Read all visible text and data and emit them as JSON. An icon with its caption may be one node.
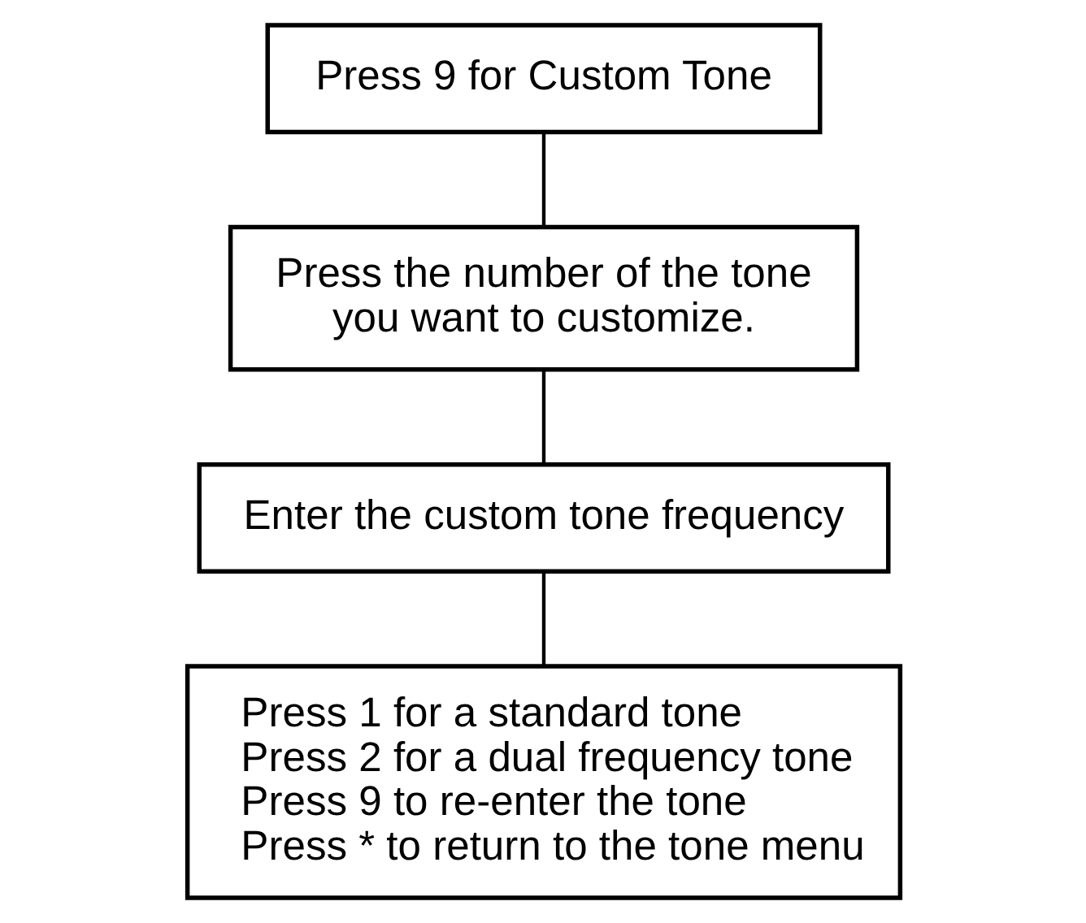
{
  "diagram": {
    "nodes": [
      {
        "text": [
          "Press 9 for Custom Tone"
        ]
      },
      {
        "text": [
          "Press the number of the tone you want to customize."
        ]
      },
      {
        "text": [
          "Enter the custom tone frequency"
        ]
      },
      {
        "text": [
          "Press 1 for a standard tone",
          "Press 2 for a dual frequency tone",
          "Press 9 to re-enter the tone",
          "Press * to return to the tone menu"
        ]
      }
    ],
    "edges": [
      {
        "from": 0,
        "to": 1,
        "arrow": "none"
      },
      {
        "from": 1,
        "to": 2,
        "arrow": "none"
      },
      {
        "from": 2,
        "to": 3,
        "arrow": "none"
      }
    ]
  }
}
